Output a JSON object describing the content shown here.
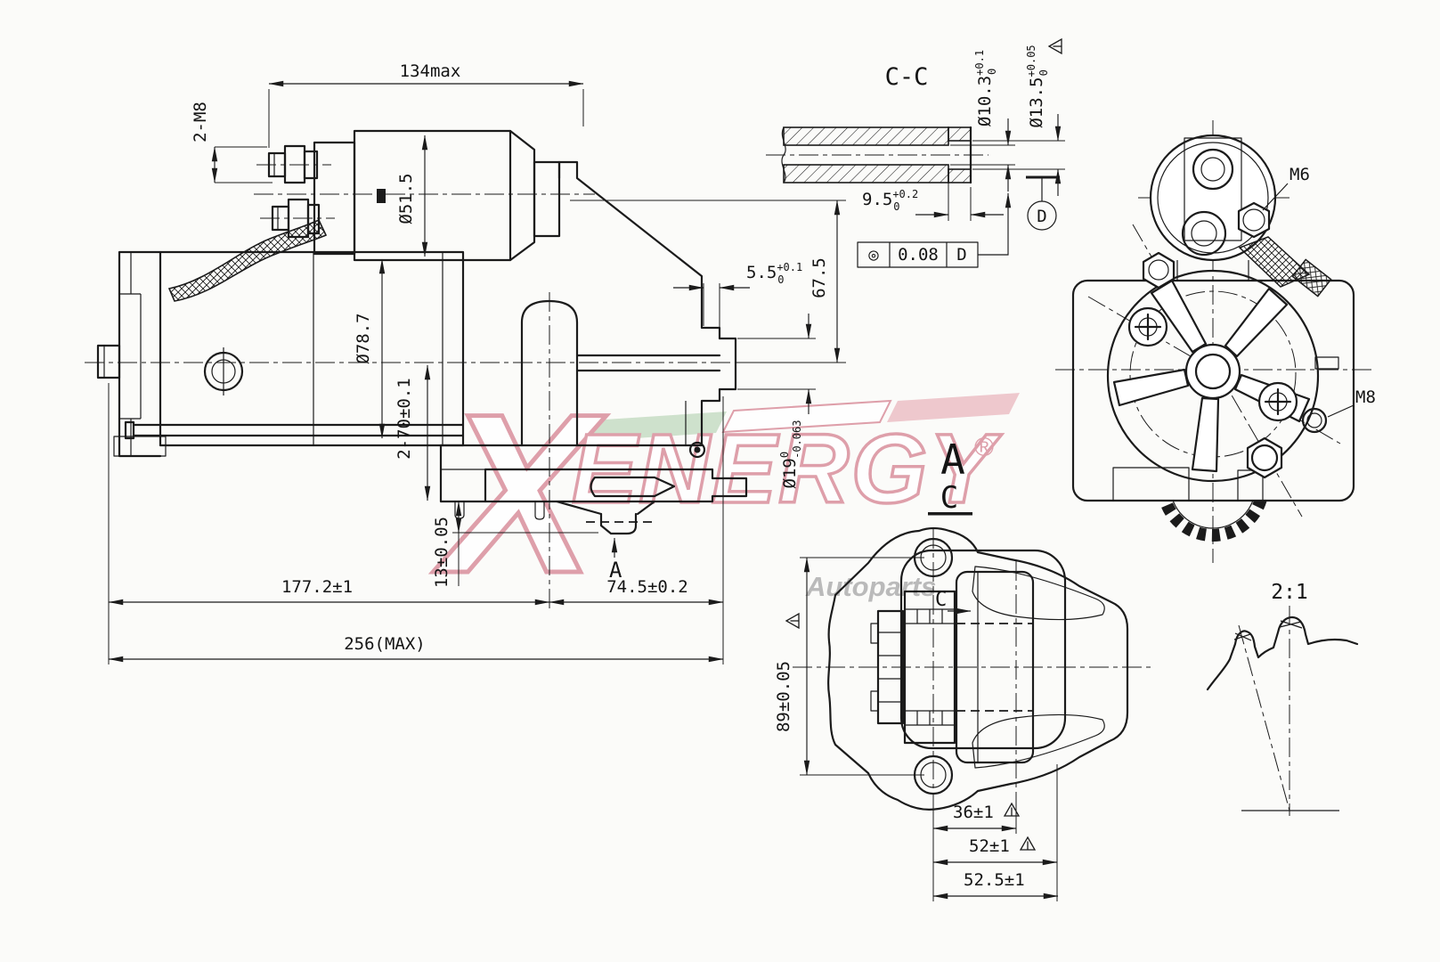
{
  "drawing": {
    "background": "#fbfbf9",
    "line_color": "#1b1b1b",
    "brand_watermark": {
      "brand": "XENERGY",
      "x_letter": "X",
      "wordmark": "ENERGY",
      "registered_mark": "®",
      "subtitle": "Autoparts",
      "outline_color": "#db96a2",
      "stripe_green": "#cadfc8",
      "stripe_white": "#ffffff",
      "stripe_red": "#edc3c9",
      "subtitle_color": "#b4b4b4"
    },
    "side_view": {
      "dims": {
        "length_134": "134max",
        "studs_2m8": "2-M8",
        "dia_51_5": "Ø51.5",
        "dia_78_7": "Ø78.7",
        "holes_2_70": "2-70±0.1",
        "offset_13": "13±0.05",
        "length_177_2": "177.2±1",
        "length_74_5": "74.5±0.2",
        "length_256": "256(MAX)",
        "groove_5_5": {
          "main": "5.5",
          "sup": "+0.1",
          "sub": "0"
        },
        "height_67_5": "67.5",
        "dia_19": {
          "main": "Ø19",
          "sup": "0",
          "sub": "-0.063"
        },
        "leader_a": "A"
      }
    },
    "section_cc": {
      "title": "C-C",
      "dims": {
        "depth_9_5": {
          "main": "9.5",
          "sup": "+0.2",
          "sub": "0"
        },
        "dia_10_3": {
          "main": "Ø10.3",
          "sup": "+0.1",
          "sub": "0"
        },
        "dia_13_5": {
          "main": "Ø13.5",
          "sup": "+0.05",
          "sub": "0"
        }
      },
      "datum_label": "D",
      "fcf": {
        "symbol": "◎",
        "tolerance": "0.08",
        "datum": "D"
      }
    },
    "front_view": {
      "thread_m6": "M6",
      "thread_m8": "M8"
    },
    "flange_view": {
      "view_label_a": "A",
      "section_label_c": "C",
      "cut_mark_c": "C",
      "dims": {
        "height_89": "89±0.05",
        "width_36": "36±1",
        "width_52": "52±1",
        "width_52_5": "52.5±1"
      }
    },
    "tooth_detail": {
      "scale_label": "2:1"
    }
  }
}
